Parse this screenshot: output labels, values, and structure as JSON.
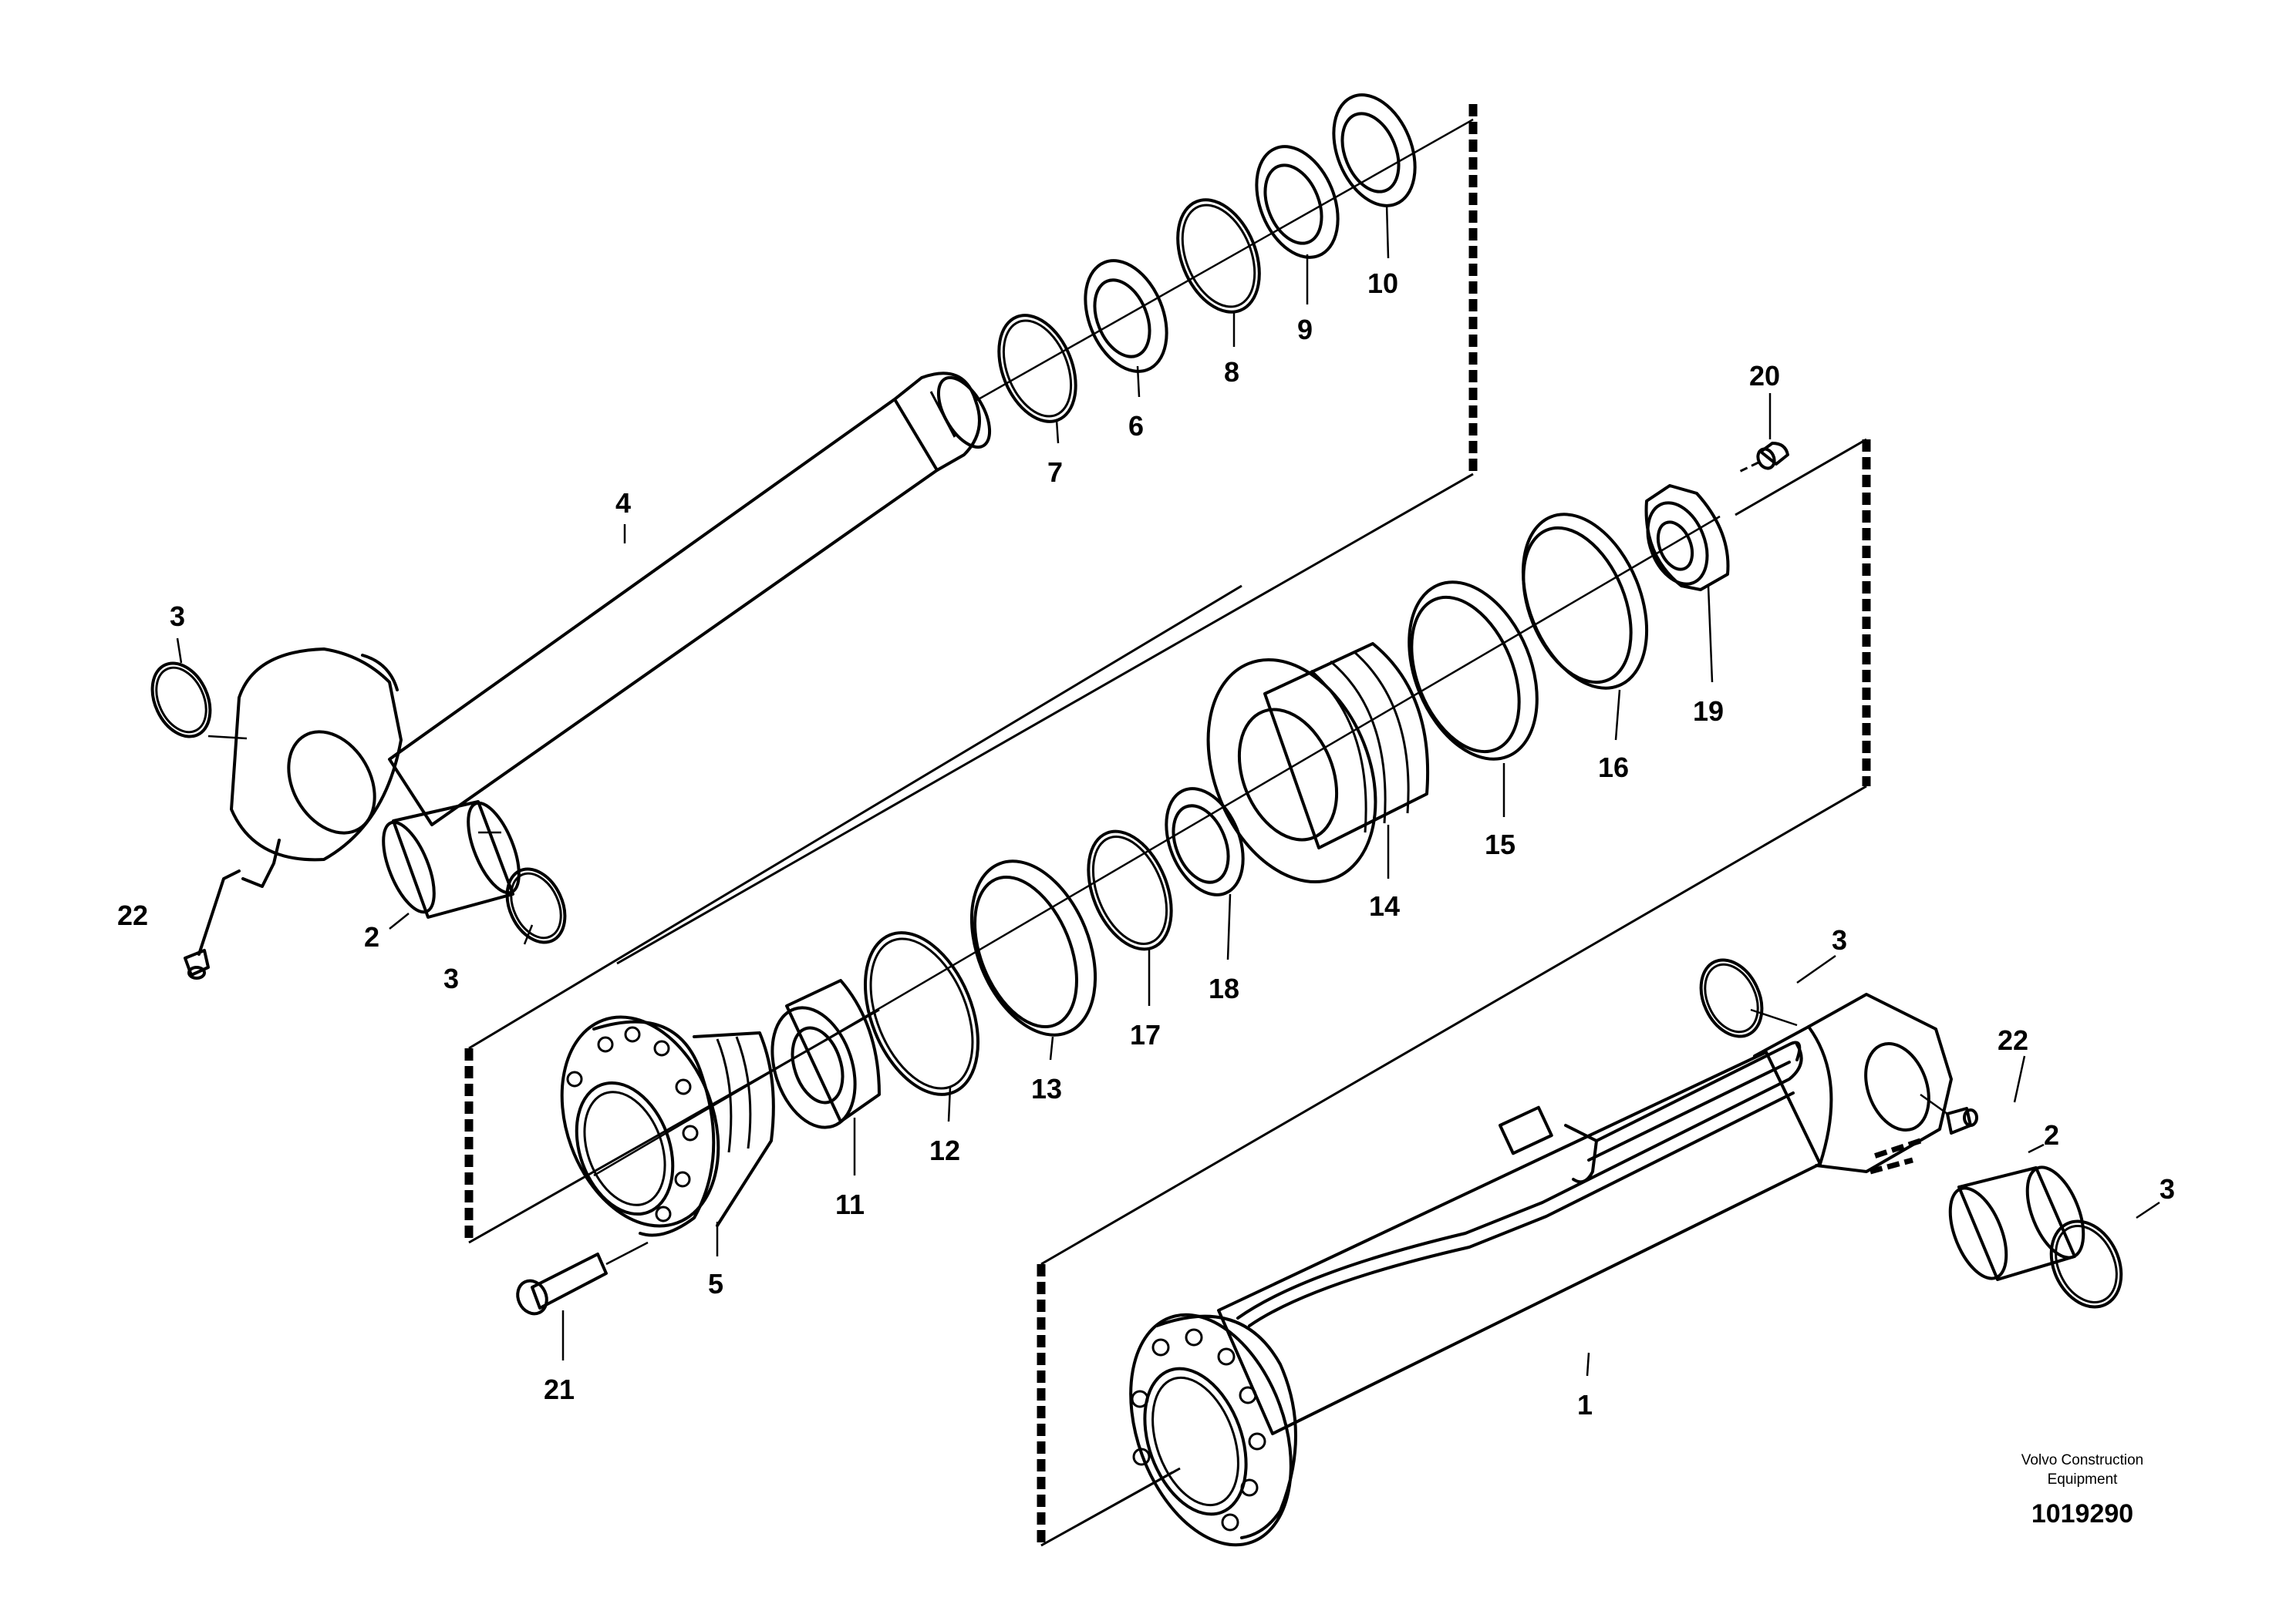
{
  "callouts": [
    {
      "id": "c1",
      "label": "1"
    },
    {
      "id": "c2a",
      "label": "2"
    },
    {
      "id": "c2b",
      "label": "2"
    },
    {
      "id": "c3a",
      "label": "3"
    },
    {
      "id": "c3b",
      "label": "3"
    },
    {
      "id": "c3c",
      "label": "3"
    },
    {
      "id": "c3d",
      "label": "3"
    },
    {
      "id": "c4",
      "label": "4"
    },
    {
      "id": "c5",
      "label": "5"
    },
    {
      "id": "c6",
      "label": "6"
    },
    {
      "id": "c7",
      "label": "7"
    },
    {
      "id": "c8",
      "label": "8"
    },
    {
      "id": "c9",
      "label": "9"
    },
    {
      "id": "c10",
      "label": "10"
    },
    {
      "id": "c11",
      "label": "11"
    },
    {
      "id": "c12",
      "label": "12"
    },
    {
      "id": "c13",
      "label": "13"
    },
    {
      "id": "c14",
      "label": "14"
    },
    {
      "id": "c15",
      "label": "15"
    },
    {
      "id": "c16",
      "label": "16"
    },
    {
      "id": "c17",
      "label": "17"
    },
    {
      "id": "c18",
      "label": "18"
    },
    {
      "id": "c19",
      "label": "19"
    },
    {
      "id": "c20",
      "label": "20"
    },
    {
      "id": "c21",
      "label": "21"
    },
    {
      "id": "c22a",
      "label": "22"
    },
    {
      "id": "c22b",
      "label": "22"
    }
  ],
  "footer": {
    "company_line1": "Volvo Construction",
    "company_line2": "Equipment",
    "drawing_number": "1019290"
  }
}
